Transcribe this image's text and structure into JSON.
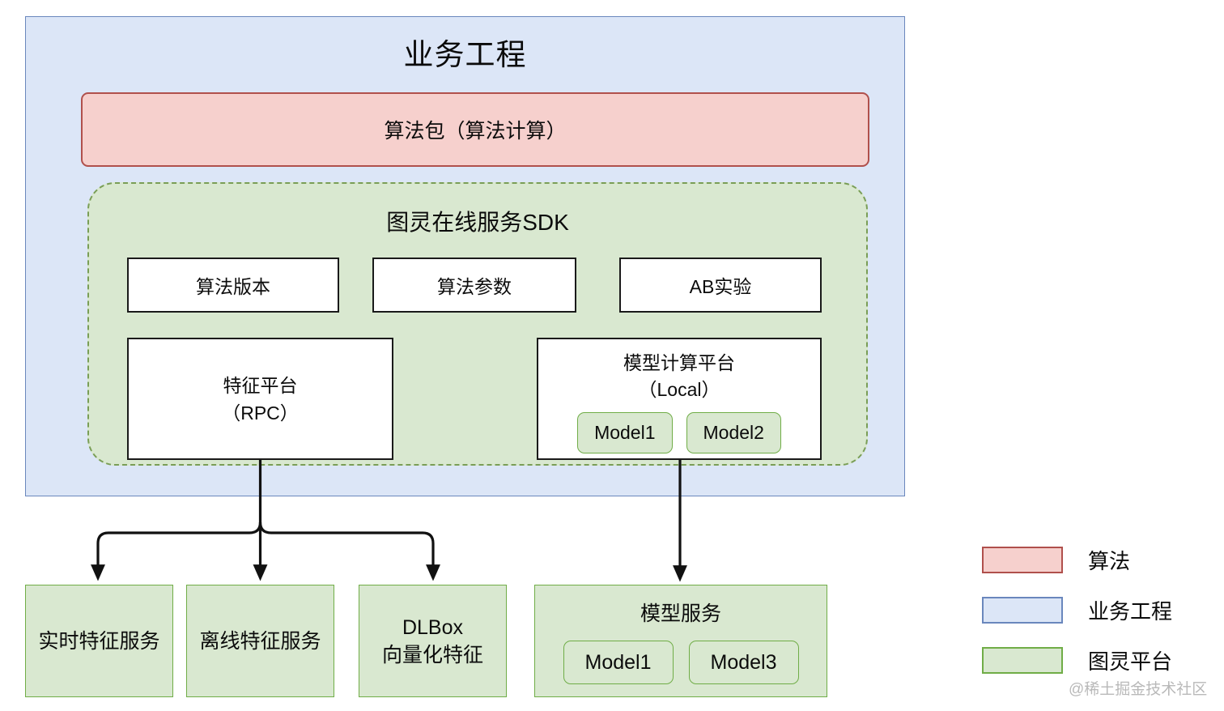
{
  "diagram": {
    "business_container": {
      "title": "业务工程",
      "fill": "#dce6f7",
      "stroke": "#6a87bd"
    },
    "algorithm_package": {
      "label": "算法包（算法计算）",
      "fill": "#f6d0cd",
      "stroke": "#b0504c"
    },
    "sdk_region": {
      "title": "图灵在线服务SDK",
      "fill": "#d9e8d0",
      "stroke": "#7a9e56",
      "boxes": [
        {
          "label": "算法版本"
        },
        {
          "label": "算法参数"
        },
        {
          "label": "AB实验"
        }
      ],
      "feature_platform": {
        "line1": "特征平台",
        "line2": "（RPC）"
      },
      "model_platform": {
        "line1": "模型计算平台",
        "line2": "（Local）",
        "models": [
          "Model1",
          "Model2"
        ]
      }
    },
    "bottom_services": [
      {
        "line1": "实时特征服务",
        "line2": ""
      },
      {
        "line1": "离线特征服务",
        "line2": ""
      },
      {
        "line1": "DLBox",
        "line2": "向量化特征"
      }
    ],
    "model_service": {
      "title": "模型服务",
      "models": [
        "Model1",
        "Model3"
      ]
    }
  },
  "legend": {
    "items": [
      {
        "label": "算法",
        "color": "#f6d0cd"
      },
      {
        "label": "业务工程",
        "color": "#dce6f7"
      },
      {
        "label": "图灵平台",
        "color": "#d9e8d0"
      }
    ]
  },
  "watermark": {
    "text": "@稀土掘金技术社区"
  }
}
